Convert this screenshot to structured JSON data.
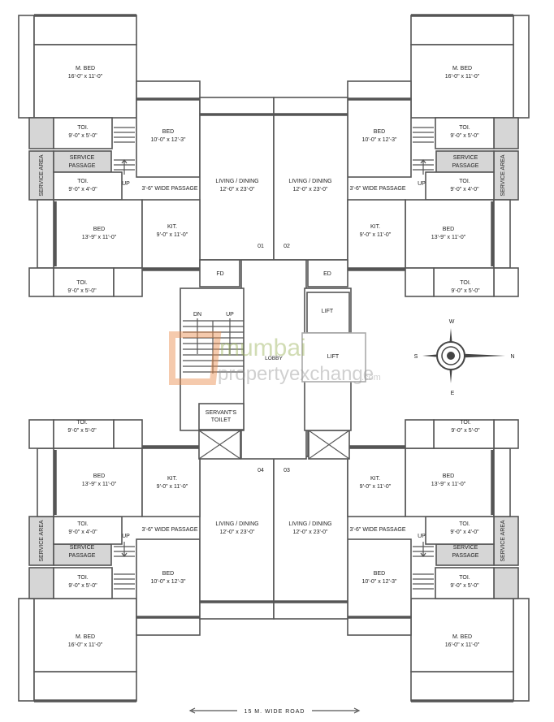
{
  "units": [
    {
      "number": "01",
      "foyer": "FD"
    },
    {
      "number": "02",
      "foyer": "ED"
    },
    {
      "number": "03",
      "foyer": ""
    },
    {
      "number": "04",
      "foyer": ""
    }
  ],
  "rooms": {
    "mbed": {
      "name": "M. BED",
      "dims": "16'-0\" x 11'-0\""
    },
    "toi1": {
      "name": "TOI.",
      "dims": "9'-0\" x 5'-0\""
    },
    "service_passage": {
      "name": "SERVICE",
      "dims": "PASSAGE"
    },
    "service_area": "SERVICE AREA",
    "up": "UP",
    "toi2": {
      "name": "TOI.",
      "dims": "9'-0\" x 4'-0\""
    },
    "bed2": {
      "name": "BED",
      "dims": "10'-0\" x 12'-3\""
    },
    "passage": "3'-6\" WIDE PASSAGE",
    "living": {
      "name": "LIVING / DINING",
      "dims": "12'-0\" x 23'-0\""
    },
    "bed3": {
      "name": "BED",
      "dims": "13'-9\" x 11'-0\""
    },
    "kit": {
      "name": "KIT.",
      "dims": "9'-0\" x 11'-0\""
    },
    "toi3": {
      "name": "TOI.",
      "dims": "9'-0\" x 5'-0\""
    }
  },
  "core": {
    "dn": "DN",
    "up": "UP",
    "lobby": "LOBBY",
    "lift1": "LIFT",
    "lift2": "LIFT",
    "servant_toilet_1": "SERVANT'S",
    "servant_toilet_2": "TOILET"
  },
  "compass": {
    "north": "N",
    "south": "S",
    "east": "E",
    "west": "W"
  },
  "road": "15 M. WIDE ROAD",
  "watermark": {
    "line1": "mumbai",
    "line2": "propertyexchange",
    "suffix": ".com"
  },
  "colors": {
    "wall": "#555555",
    "shaded": "#d6d6d6",
    "watermark_green": "#9bb25a",
    "watermark_orange": "#e8894a"
  }
}
